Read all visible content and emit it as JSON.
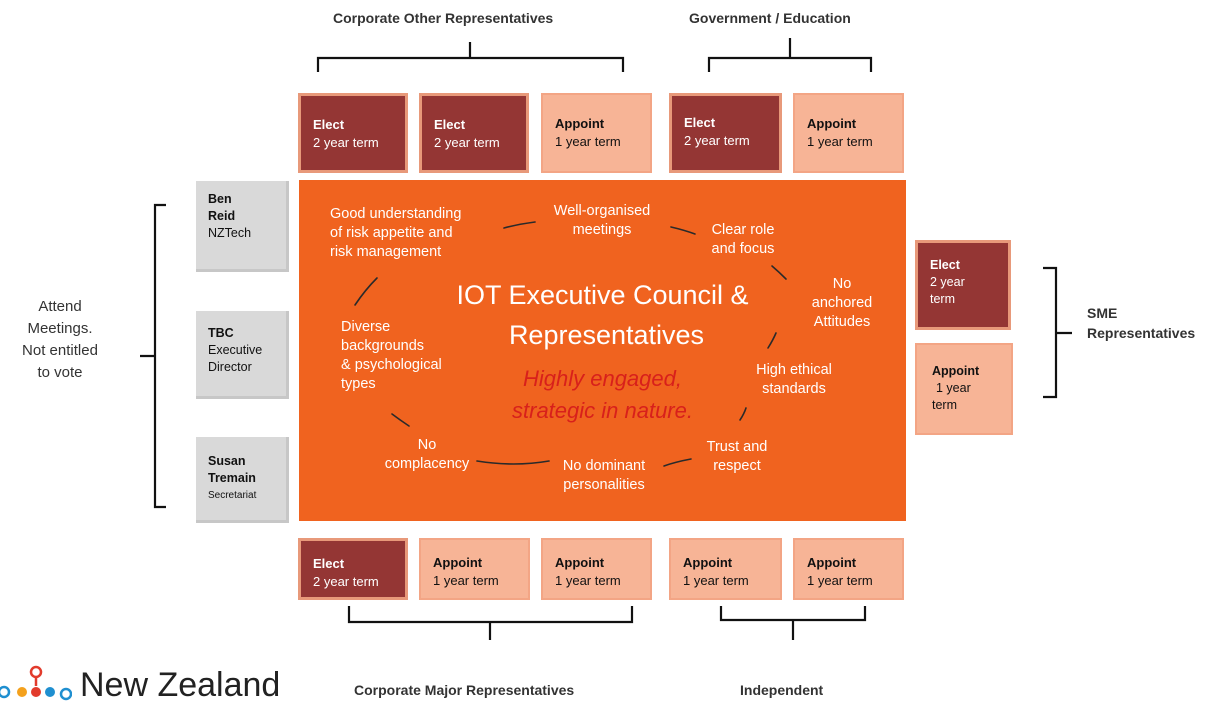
{
  "groups": {
    "corporate_other": "Corporate Other Representatives",
    "government_education": "Government / Education",
    "corporate_major": "Corporate Major Representatives",
    "independent": "Independent",
    "sme": "SME Representatives"
  },
  "top_boxes": [
    {
      "role": "Elect",
      "term": "2 year term"
    },
    {
      "role": "Elect",
      "term": "2 year term"
    },
    {
      "role": "Appoint",
      "term": "1 year term"
    },
    {
      "role": "Elect",
      "term": "2 year term"
    },
    {
      "role": "Appoint",
      "term": "1 year term"
    }
  ],
  "bottom_boxes": [
    {
      "role": "Elect",
      "term": "2 year term"
    },
    {
      "role": "Appoint",
      "term": "1 year term"
    },
    {
      "role": "Appoint",
      "term": "1 year term"
    },
    {
      "role": "Appoint",
      "term": "1 year term"
    },
    {
      "role": "Appoint",
      "term": "1 year term"
    }
  ],
  "sme_boxes": [
    {
      "role": "Elect",
      "term_l1": "2 year",
      "term_l2": "term"
    },
    {
      "role": "Appoint",
      "term_l1": "1 year",
      "term_l2": "term"
    }
  ],
  "left_boxes": [
    {
      "l1": "Ben",
      "l2": "Reid",
      "l3": "NZTech"
    },
    {
      "l1": "TBC",
      "l2": "Executive",
      "l3": "Director"
    },
    {
      "l1": "Susan",
      "l2": "Tremain",
      "l3": "Secretariat"
    }
  ],
  "attend": {
    "l1": "Attend",
    "l2": "Meetings.",
    "l3": "Not entitled",
    "l4": "to vote"
  },
  "council": {
    "title_l1": "IOT Executive Council &",
    "title_l2": "Representatives",
    "tagline_l1": "Highly engaged,",
    "tagline_l2": "strategic in nature."
  },
  "traits": {
    "understanding": {
      "l1": "Good understanding",
      "l2": "of risk appetite and",
      "l3": "risk management"
    },
    "well_organised": {
      "l1": "Well-organised",
      "l2": "meetings"
    },
    "clear_role": {
      "l1": "Clear role",
      "l2": "and focus"
    },
    "no_anchored": {
      "l1": "No",
      "l2": "anchored",
      "l3": "Attitudes"
    },
    "high_ethical": {
      "l1": "High ethical",
      "l2": "standards"
    },
    "trust": {
      "l1": "Trust and",
      "l2": "respect"
    },
    "no_dominant": {
      "l1": "No dominant",
      "l2": "personalities"
    },
    "no_complacency": {
      "l1": "No",
      "l2": "complacency"
    },
    "diverse": {
      "l1": "Diverse",
      "l2": "backgrounds",
      "l3": "& psychological",
      "l4": "types"
    }
  },
  "logo": {
    "text": "New Zealand"
  },
  "colors": {
    "elect": "#943634",
    "appoint": "#f7b496",
    "council": "#f0631f",
    "member": "#d9d9d9",
    "tagline": "#d8201b"
  }
}
